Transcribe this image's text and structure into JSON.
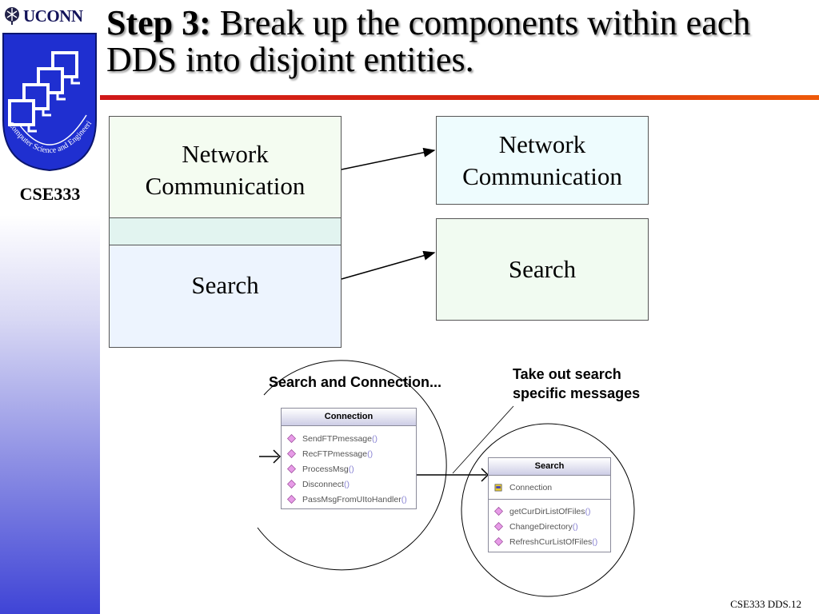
{
  "sidebar": {
    "logo_text": "UCONN",
    "seal_text": "Computer Science and Engineering",
    "course": "CSE333"
  },
  "slide": {
    "title_bold": "Step 3:",
    "title_rest": " Break up the components within each DDS into disjoint entities.",
    "footer": "CSE333 DDS.12"
  },
  "left_box": {
    "top_label": "Network Communication",
    "bottom_label": "Search"
  },
  "right_boxes": {
    "network_label": "Network Communication",
    "search_label": "Search"
  },
  "lower_diagram": {
    "circle_label": "Search and Connection...",
    "annotation": "Take out search specific messages",
    "connection_class": {
      "name": "Connection",
      "methods": [
        "SendFTPmessage",
        "RecFTPmessage",
        "ProcessMsg",
        "Disconnect",
        "PassMsgFromUItoHandler"
      ],
      "parens": "()"
    },
    "search_class": {
      "name": "Search",
      "attributes": [
        "Connection"
      ],
      "methods": [
        "getCurDirListOfFiles",
        "ChangeDirectory",
        "RefreshCurListOfFiles"
      ],
      "parens": "()"
    }
  },
  "colors": {
    "network_fill": "#f4fcf1",
    "divider_fill": "#e2f4f0",
    "search_fill": "#edf4fe",
    "right_network_fill": "#eefcfe",
    "right_search_fill": "#f1fbf1",
    "rule": "#d01818"
  }
}
